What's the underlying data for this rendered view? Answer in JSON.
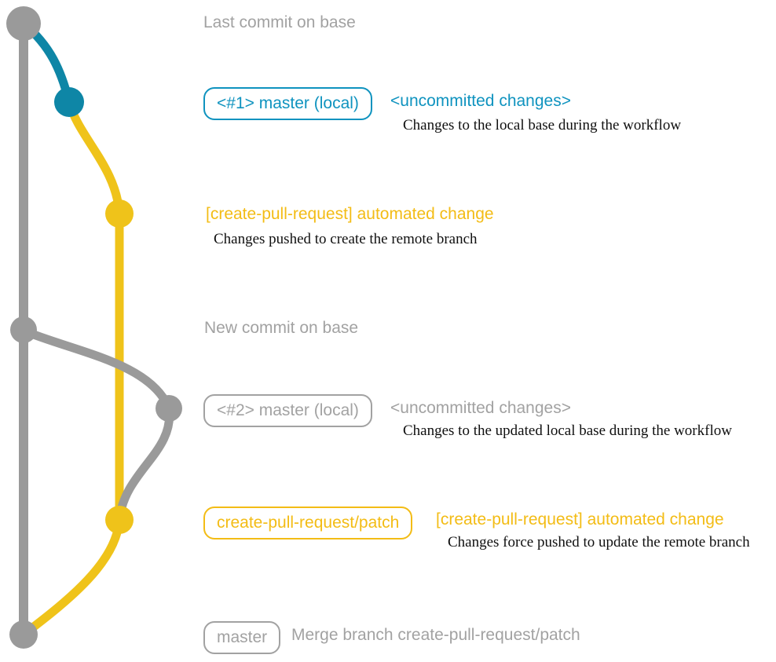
{
  "colors": {
    "background": "#FFFFFF",
    "graph_gray": "#9A9A9A",
    "graph_teal": "#0E86A6",
    "graph_yellow": "#EFC31A",
    "text_gray": "#A2A2A2",
    "text_teal": "#0F93BF",
    "text_yellow": "#F3BC15",
    "desc_black": "#101010"
  },
  "graph": {
    "branches": [
      {
        "name": "base",
        "color": "gray"
      },
      {
        "name": "master-local",
        "color": "teal"
      },
      {
        "name": "create-pull-request-patch",
        "color": "yellow"
      }
    ],
    "commits": [
      {
        "id": "last-commit-on-base",
        "branch": "base",
        "color": "gray"
      },
      {
        "id": "local-commit-1",
        "branch": "master-local",
        "color": "teal"
      },
      {
        "id": "automated-commit-1",
        "branch": "create-pull-request-patch",
        "color": "yellow"
      },
      {
        "id": "new-commit-on-base",
        "branch": "base",
        "color": "gray"
      },
      {
        "id": "local-commit-2",
        "branch": "master-local",
        "color": "gray"
      },
      {
        "id": "automated-commit-2",
        "branch": "create-pull-request-patch",
        "color": "yellow"
      },
      {
        "id": "merge-commit",
        "branch": "base",
        "color": "gray"
      }
    ]
  },
  "sections": {
    "last_commit": {
      "label": "Last commit on base"
    },
    "local_1": {
      "badge": "<#1> master (local)",
      "status": "<uncommitted changes>",
      "description": "Changes to the local base during the workflow"
    },
    "remote_1": {
      "title": "[create-pull-request] automated change",
      "description": "Changes pushed to create the remote branch"
    },
    "new_commit": {
      "label": "New commit on base"
    },
    "local_2": {
      "badge": "<#2> master (local)",
      "status": "<uncommitted changes>",
      "description": "Changes to the updated local base during the workflow"
    },
    "remote_2": {
      "badge": "create-pull-request/patch",
      "title": "[create-pull-request] automated change",
      "description": "Changes force pushed to update the remote branch"
    },
    "merge": {
      "badge": "master",
      "label": "Merge branch create-pull-request/patch"
    }
  }
}
